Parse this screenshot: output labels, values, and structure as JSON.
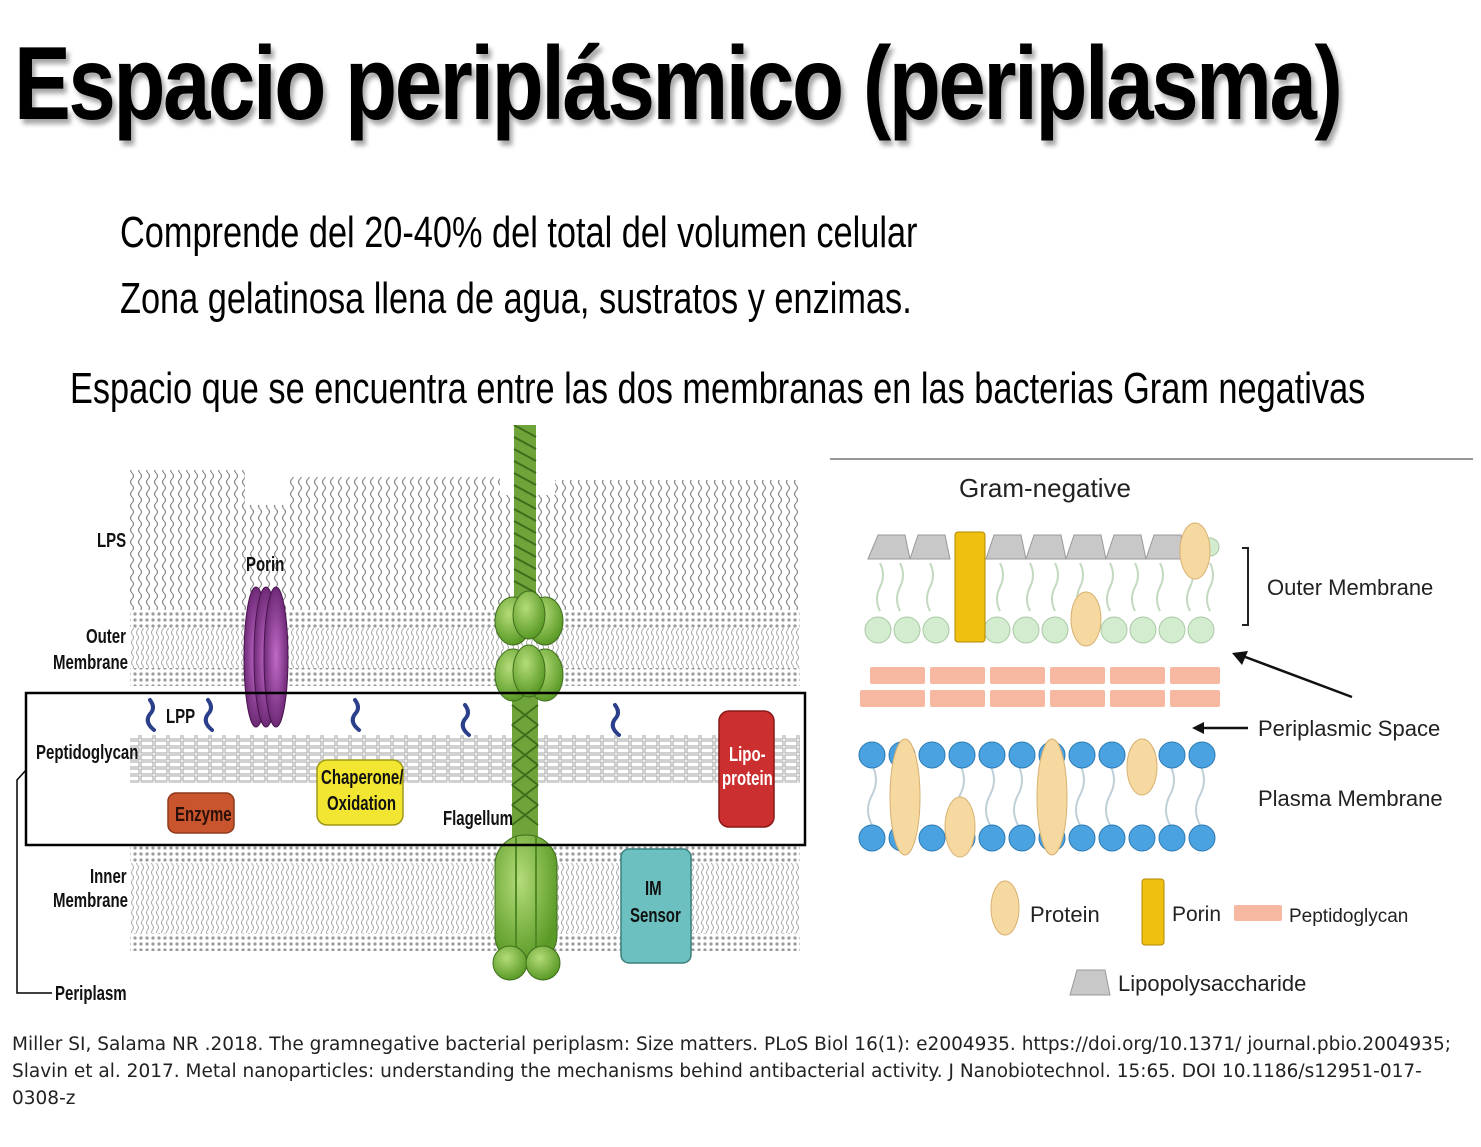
{
  "title": "Espacio periplásmico (periplasma)",
  "bullets": [
    "Comprende del 20-40% del total  del volumen celular",
    "Zona gelatinosa llena de agua, sustratos y enzimas."
  ],
  "subtitle": "Espacio que se encuentra entre las dos membranas en las bacterias Gram negativas",
  "left_figure": {
    "labels": {
      "lps": "LPS",
      "outer_membrane_1": "Outer",
      "outer_membrane_2": "Membrane",
      "peptidoglycan": "Peptidoglycan",
      "inner_membrane_1": "Inner",
      "inner_membrane_2": "Membrane",
      "periplasm": "Periplasm",
      "porin": "Porin",
      "lpp": "LPP",
      "enzyme": "Enzyme",
      "chaperone_1": "Chaperone/",
      "chaperone_2": "Oxidation",
      "flagellum": "Flagellum",
      "lipo_1": "Lipo-",
      "lipo_2": "protein",
      "im_sensor_1": "IM",
      "im_sensor_2": "Sensor"
    },
    "colors": {
      "porin": "#7a2a7e",
      "flagellum": "#7fb040",
      "enzyme": "#c8552e",
      "chaperone": "#f2e632",
      "lipoprotein": "#cc2f2f",
      "im_sensor": "#6cc0c0",
      "lpp": "#2b3f8a"
    }
  },
  "right_figure": {
    "heading": "Gram-negative",
    "labels": {
      "outer_membrane": "Outer Membrane",
      "periplasmic_space": "Periplasmic Space",
      "plasma_membrane": "Plasma Membrane"
    },
    "legend": {
      "protein": "Protein",
      "porin": "Porin",
      "peptidoglycan": "Peptidoglycan",
      "lipopolysaccharide": "Lipopolysaccharide"
    },
    "colors": {
      "lps": "#c8c8c8",
      "porin": "#f0c010",
      "protein": "#f5d9a0",
      "peptidoglycan": "#f6b8a0",
      "outer_head": "#d3ebcf",
      "plasma_head": "#4aa3e0"
    }
  },
  "citation": [
    "Miller SI, Salama NR .2018. The gramnegative bacterial periplasm: Size matters. PLoS Biol 16(1): e2004935. https://doi.org/10.1371/ journal.pbio.2004935;",
    "Slavin et al.  2017. Metal nanoparticles: understanding the mechanisms behind antibacterial activity. J Nanobiotechnol. 15:65. DOI 10.1186/s12951-017-",
    "0308-z"
  ]
}
